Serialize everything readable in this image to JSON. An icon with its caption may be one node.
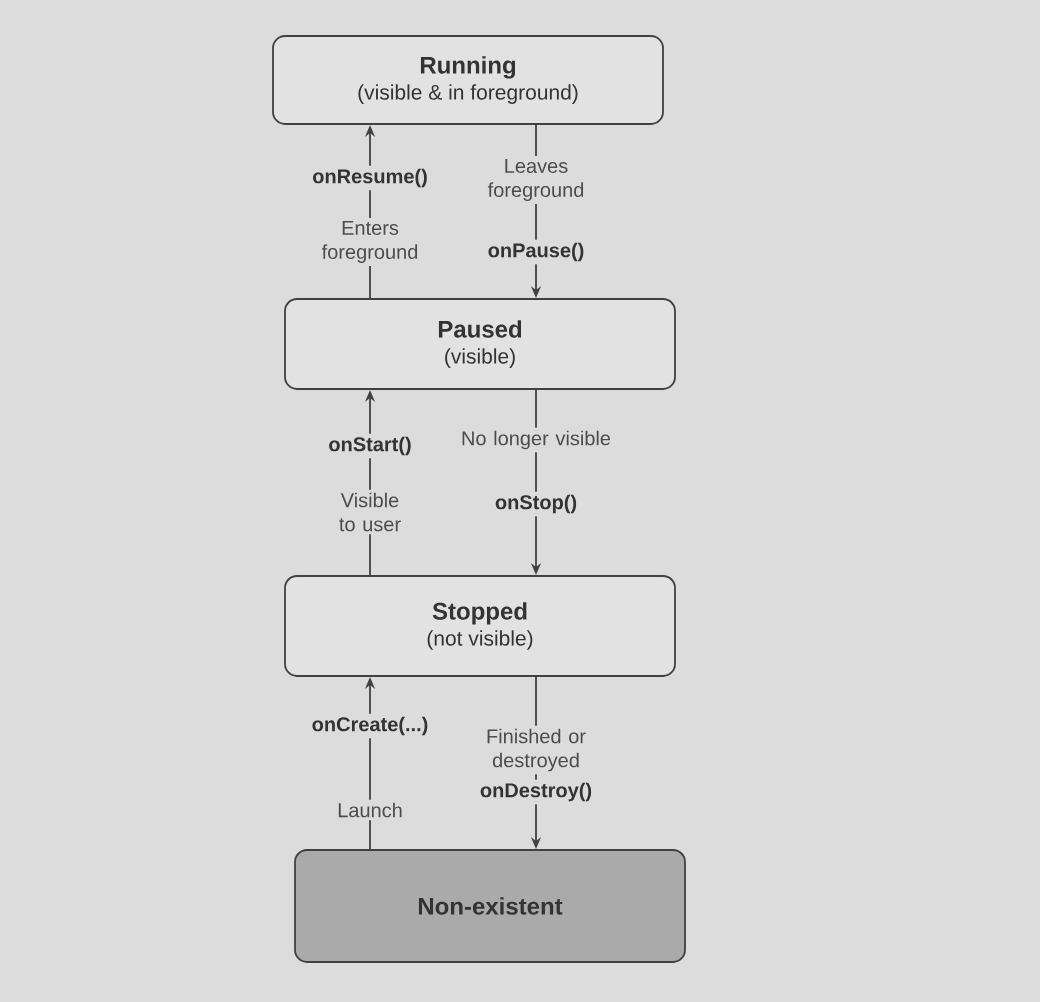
{
  "diagram": {
    "nodes": [
      {
        "text": [
          "Running",
          "(visible & in foreground)"
        ]
      },
      {
        "text": [
          "Paused",
          "(visible)"
        ]
      },
      {
        "text": [
          "Stopped",
          "(not visible)"
        ]
      },
      {
        "text": [
          "Non-existent"
        ]
      }
    ],
    "edges": [
      {
        "from": 1,
        "to": 0,
        "arrow": "to",
        "label": "onResume()"
      },
      {
        "from": 0,
        "to": 1,
        "arrow": "to",
        "label": "onPause()"
      },
      {
        "from": 2,
        "to": 1,
        "arrow": "to",
        "label": "onStart()"
      },
      {
        "from": 1,
        "to": 2,
        "arrow": "to",
        "label": "onStop()"
      },
      {
        "from": 3,
        "to": 2,
        "arrow": "to",
        "label": "onCreate(...)"
      },
      {
        "from": 2,
        "to": 3,
        "arrow": "to",
        "label": "onDestroy()"
      }
    ],
    "labels": [
      "Leaves foreground",
      "Enters foreground",
      "No longer visible",
      "Visible to user",
      "Finished or destroyed",
      "Launch"
    ]
  }
}
